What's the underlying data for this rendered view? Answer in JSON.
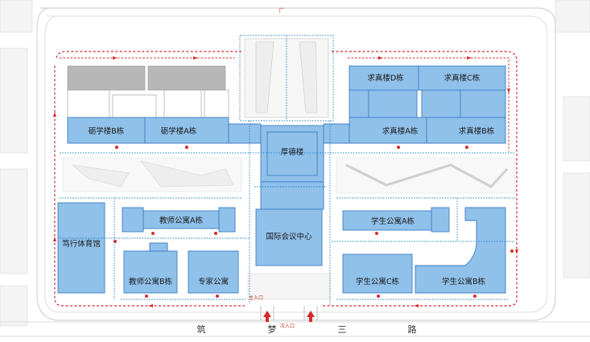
{
  "colors": {
    "building": "#90c1ea",
    "building_stroke": "#3b7fc4",
    "gray_building": "#b7b7b7",
    "route_red": "#d42b2b",
    "path_blue": "#2a84c8",
    "road": "#f2f2f2"
  },
  "buildings": {
    "zhexue_b": "砺学楼B栋",
    "zhexue_a": "砺学楼A栋",
    "houde": "厚德楼",
    "qiuzhen_d": "求真楼D栋",
    "qiuzhen_c": "求真楼C栋",
    "qiuzhen_a": "求真楼A栋",
    "qiuzhen_b": "求真楼B栋",
    "gym": "笃行体育馆",
    "teacher_a": "教师公寓A栋",
    "conference": "国际会议中心",
    "student_a": "学生公寓A栋",
    "teacher_b": "教师公寓B栋",
    "expert": "专家公寓",
    "student_c": "学生公寓C栋",
    "student_b": "学生公寓B栋"
  },
  "top_road_char": "广",
  "entrances": {
    "main": "主入口",
    "secondary": "次入口"
  },
  "bottom_road": [
    "筑",
    "梦",
    "三",
    "路"
  ]
}
